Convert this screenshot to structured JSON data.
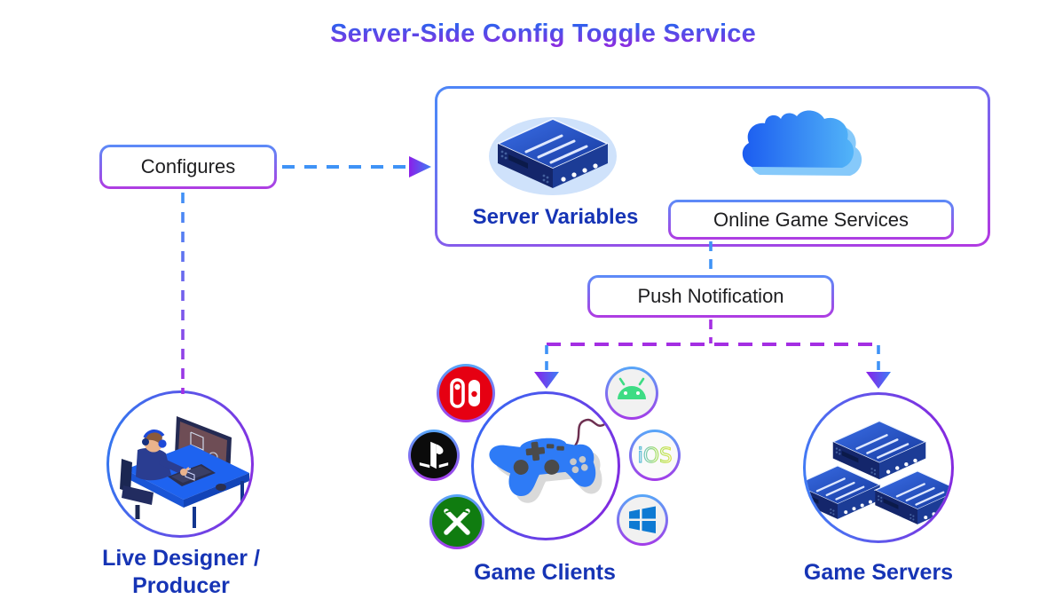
{
  "title": "Server-Side Config Toggle Service",
  "nodes": {
    "configures": {
      "label": "Configures"
    },
    "service_box": {
      "server_variables": {
        "label": "Server Variables",
        "icon": "server-icon"
      },
      "online_game_services": {
        "label": "Online Game Services",
        "icon": "cloud-icon"
      }
    },
    "push_notification": {
      "label": "Push Notification"
    },
    "live_designer": {
      "label_line1": "Live Designer /",
      "label_line2": "Producer",
      "icon": "designer-at-desk-illustration"
    },
    "game_clients": {
      "label": "Game Clients",
      "icon": "game-controller-icon",
      "ios_text": "iOS",
      "platforms": [
        "nintendo-switch",
        "playstation",
        "xbox",
        "android",
        "ios",
        "windows"
      ]
    },
    "game_servers": {
      "label": "Game Servers",
      "icon": "server-stack-icon"
    }
  },
  "colors": {
    "dash_blue": "#3f93f6",
    "dash_purple": "#a42ee3",
    "border_blue": "#5b8cf8",
    "border_purple": "#b03be2",
    "label_blue": "#1634b5",
    "nintendo_red": "#e60012",
    "xbox_green": "#107c10",
    "android_green": "#3ddc84",
    "windows_blue": "#0e7ad3",
    "playstation_black": "#0b0b0b",
    "controller_blue": "#2e7bf6"
  }
}
